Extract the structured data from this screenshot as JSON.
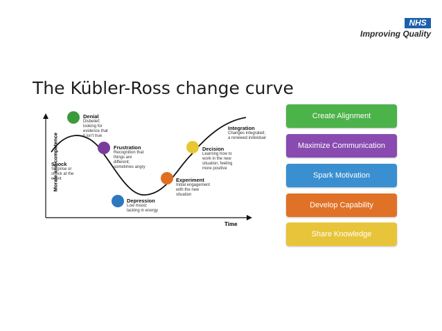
{
  "header": {
    "brand": "NHS",
    "tagline": "Improving Quality"
  },
  "title": "The Kübler-Ross change curve",
  "axes": {
    "ylabel": "Morale and competence",
    "xlabel": "Time"
  },
  "stages": [
    {
      "name": "Shock",
      "desc": "Surprise or\nshock at the\nevent"
    },
    {
      "name": "Denial",
      "desc": "Disbelief;\nlooking for\nevidence that\nit isn't true",
      "color": "#3c9a3c"
    },
    {
      "name": "Frustration",
      "desc": "Recognition that\nthings are\ndifferent;\nsometimes angry",
      "color": "#7a3c9a"
    },
    {
      "name": "Depression",
      "desc": "Low mood;\nlacking in energy",
      "color": "#2e78c0"
    },
    {
      "name": "Experiment",
      "desc": "Initial engagement\nwith the new\nsituation",
      "color": "#e07020"
    },
    {
      "name": "Decision",
      "desc": "Learning how to\nwork in the new\nsituation; feeling\nmore positive",
      "color": "#e8c830"
    },
    {
      "name": "Integration",
      "desc": "Changes integrated;\na renewed individual"
    }
  ],
  "actions": [
    {
      "label": "Create Alignment",
      "color": "#4cb24a"
    },
    {
      "label": "Maximize Communication",
      "color": "#8a4bb0"
    },
    {
      "label": "Spark Motivation",
      "color": "#3a8fd0"
    },
    {
      "label": "Develop Capability",
      "color": "#e07228"
    },
    {
      "label": "Share Knowledge",
      "color": "#e8c43a"
    }
  ]
}
